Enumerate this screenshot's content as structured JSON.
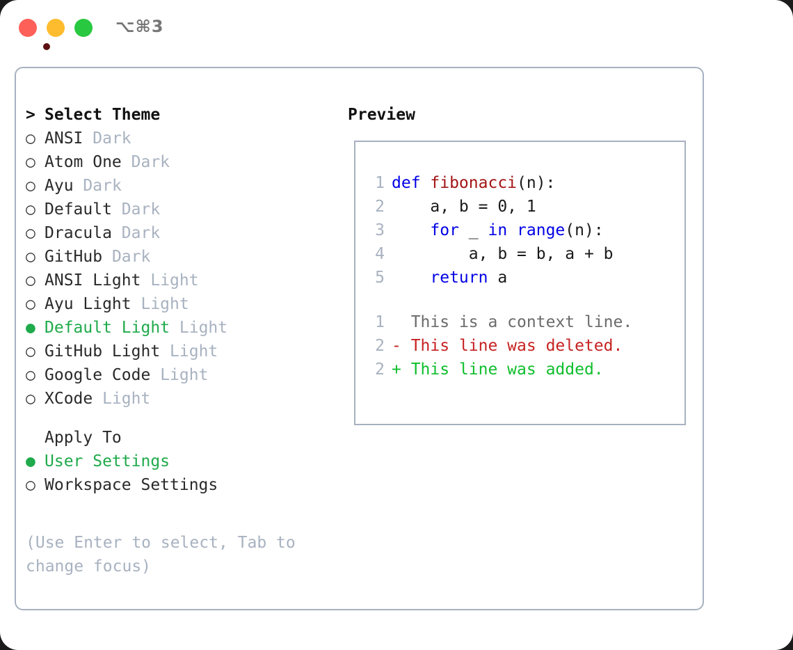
{
  "titlebar": {
    "shortcut": "⌥⌘3",
    "buttons": {
      "close": "close",
      "minimize": "minimize",
      "maximize": "maximize"
    }
  },
  "theme_section": {
    "header": "Select Theme",
    "header_prefix": "> ",
    "items": [
      {
        "marker": "○",
        "name": "ANSI",
        "tag": "Dark",
        "selected": false
      },
      {
        "marker": "○",
        "name": "Atom One",
        "tag": "Dark",
        "selected": false
      },
      {
        "marker": "○",
        "name": "Ayu",
        "tag": "Dark",
        "selected": false
      },
      {
        "marker": "○",
        "name": "Default",
        "tag": "Dark",
        "selected": false
      },
      {
        "marker": "○",
        "name": "Dracula",
        "tag": "Dark",
        "selected": false
      },
      {
        "marker": "○",
        "name": "GitHub",
        "tag": "Dark",
        "selected": false
      },
      {
        "marker": "○",
        "name": "ANSI Light",
        "tag": "Light",
        "selected": false
      },
      {
        "marker": "○",
        "name": "Ayu Light",
        "tag": "Light",
        "selected": false
      },
      {
        "marker": "●",
        "name": "Default Light",
        "tag": "Light",
        "selected": true
      },
      {
        "marker": "○",
        "name": "GitHub Light",
        "tag": "Light",
        "selected": false
      },
      {
        "marker": "○",
        "name": "Google Code",
        "tag": "Light",
        "selected": false
      },
      {
        "marker": "○",
        "name": "XCode",
        "tag": "Light",
        "selected": false
      }
    ]
  },
  "apply_to_section": {
    "header": "Apply To",
    "items": [
      {
        "marker": "●",
        "name": "User Settings",
        "selected": true
      },
      {
        "marker": "○",
        "name": "Workspace Settings",
        "selected": false
      }
    ]
  },
  "hint": "(Use Enter to select, Tab to change focus)",
  "preview": {
    "title": "Preview",
    "code_lines": [
      {
        "num": "1",
        "tokens": [
          {
            "t": "def ",
            "c": "kw"
          },
          {
            "t": "fibonacci",
            "c": "fn"
          },
          {
            "t": "(n):",
            "c": "pl"
          }
        ]
      },
      {
        "num": "2",
        "tokens": [
          {
            "t": "    a, b = 0, 1",
            "c": "pl"
          }
        ]
      },
      {
        "num": "3",
        "tokens": [
          {
            "t": "    ",
            "c": "pl"
          },
          {
            "t": "for",
            "c": "kw"
          },
          {
            "t": " _ ",
            "c": "pl"
          },
          {
            "t": "in",
            "c": "kw"
          },
          {
            "t": " ",
            "c": "pl"
          },
          {
            "t": "range",
            "c": "kw"
          },
          {
            "t": "(n):",
            "c": "pl"
          }
        ]
      },
      {
        "num": "4",
        "tokens": [
          {
            "t": "        a, b = b, a + b",
            "c": "pl"
          }
        ]
      },
      {
        "num": "5",
        "tokens": [
          {
            "t": "    ",
            "c": "pl"
          },
          {
            "t": "return",
            "c": "kw"
          },
          {
            "t": " a",
            "c": "pl"
          }
        ]
      }
    ],
    "diff_lines": [
      {
        "num": "1",
        "sign": "  ",
        "text": "This is a context line.",
        "kind": "ctx"
      },
      {
        "num": "2",
        "sign": "- ",
        "text": "This line was deleted.",
        "kind": "del"
      },
      {
        "num": "2",
        "sign": "+ ",
        "text": "This line was added.",
        "kind": "add"
      }
    ]
  },
  "colors": {
    "accent_green": "#1faa4b",
    "diff_add": "#0fbe2c",
    "diff_del": "#c62222",
    "keyword": "#0000e6",
    "function": "#a31515",
    "muted": "#a8b2c0",
    "border": "#a7b1bf",
    "traffic_close": "#fc6058",
    "traffic_min": "#fdbc2e",
    "traffic_max": "#28c840"
  }
}
